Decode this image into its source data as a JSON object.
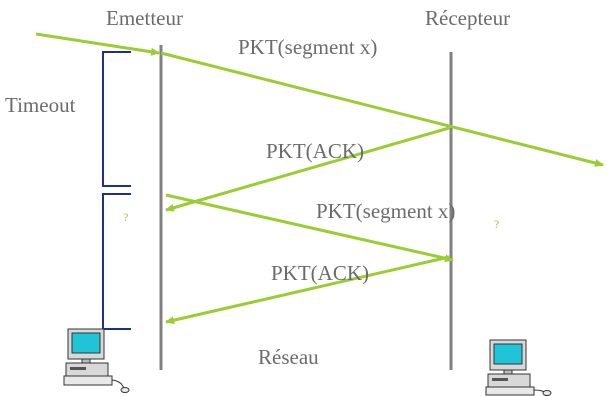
{
  "colors": {
    "arrow": "#9acd32",
    "timeline": "#808080",
    "bracket": "#1f2f8c",
    "text": "#6b6b6b",
    "question": "#9acd32"
  },
  "labels": {
    "sender": "Emetteur",
    "receiver": "Récepteur",
    "timeout": "Timeout",
    "network": "Réseau",
    "segment_1": "PKT(segment x)",
    "ack_1": "PKT(ACK)",
    "segment_2": "PKT(segment x)",
    "ack_2": "PKT(ACK)",
    "question_sender": "?",
    "question_receiver": "?"
  },
  "icons": {
    "sender_computer": "computer-icon",
    "receiver_computer": "computer-icon"
  }
}
